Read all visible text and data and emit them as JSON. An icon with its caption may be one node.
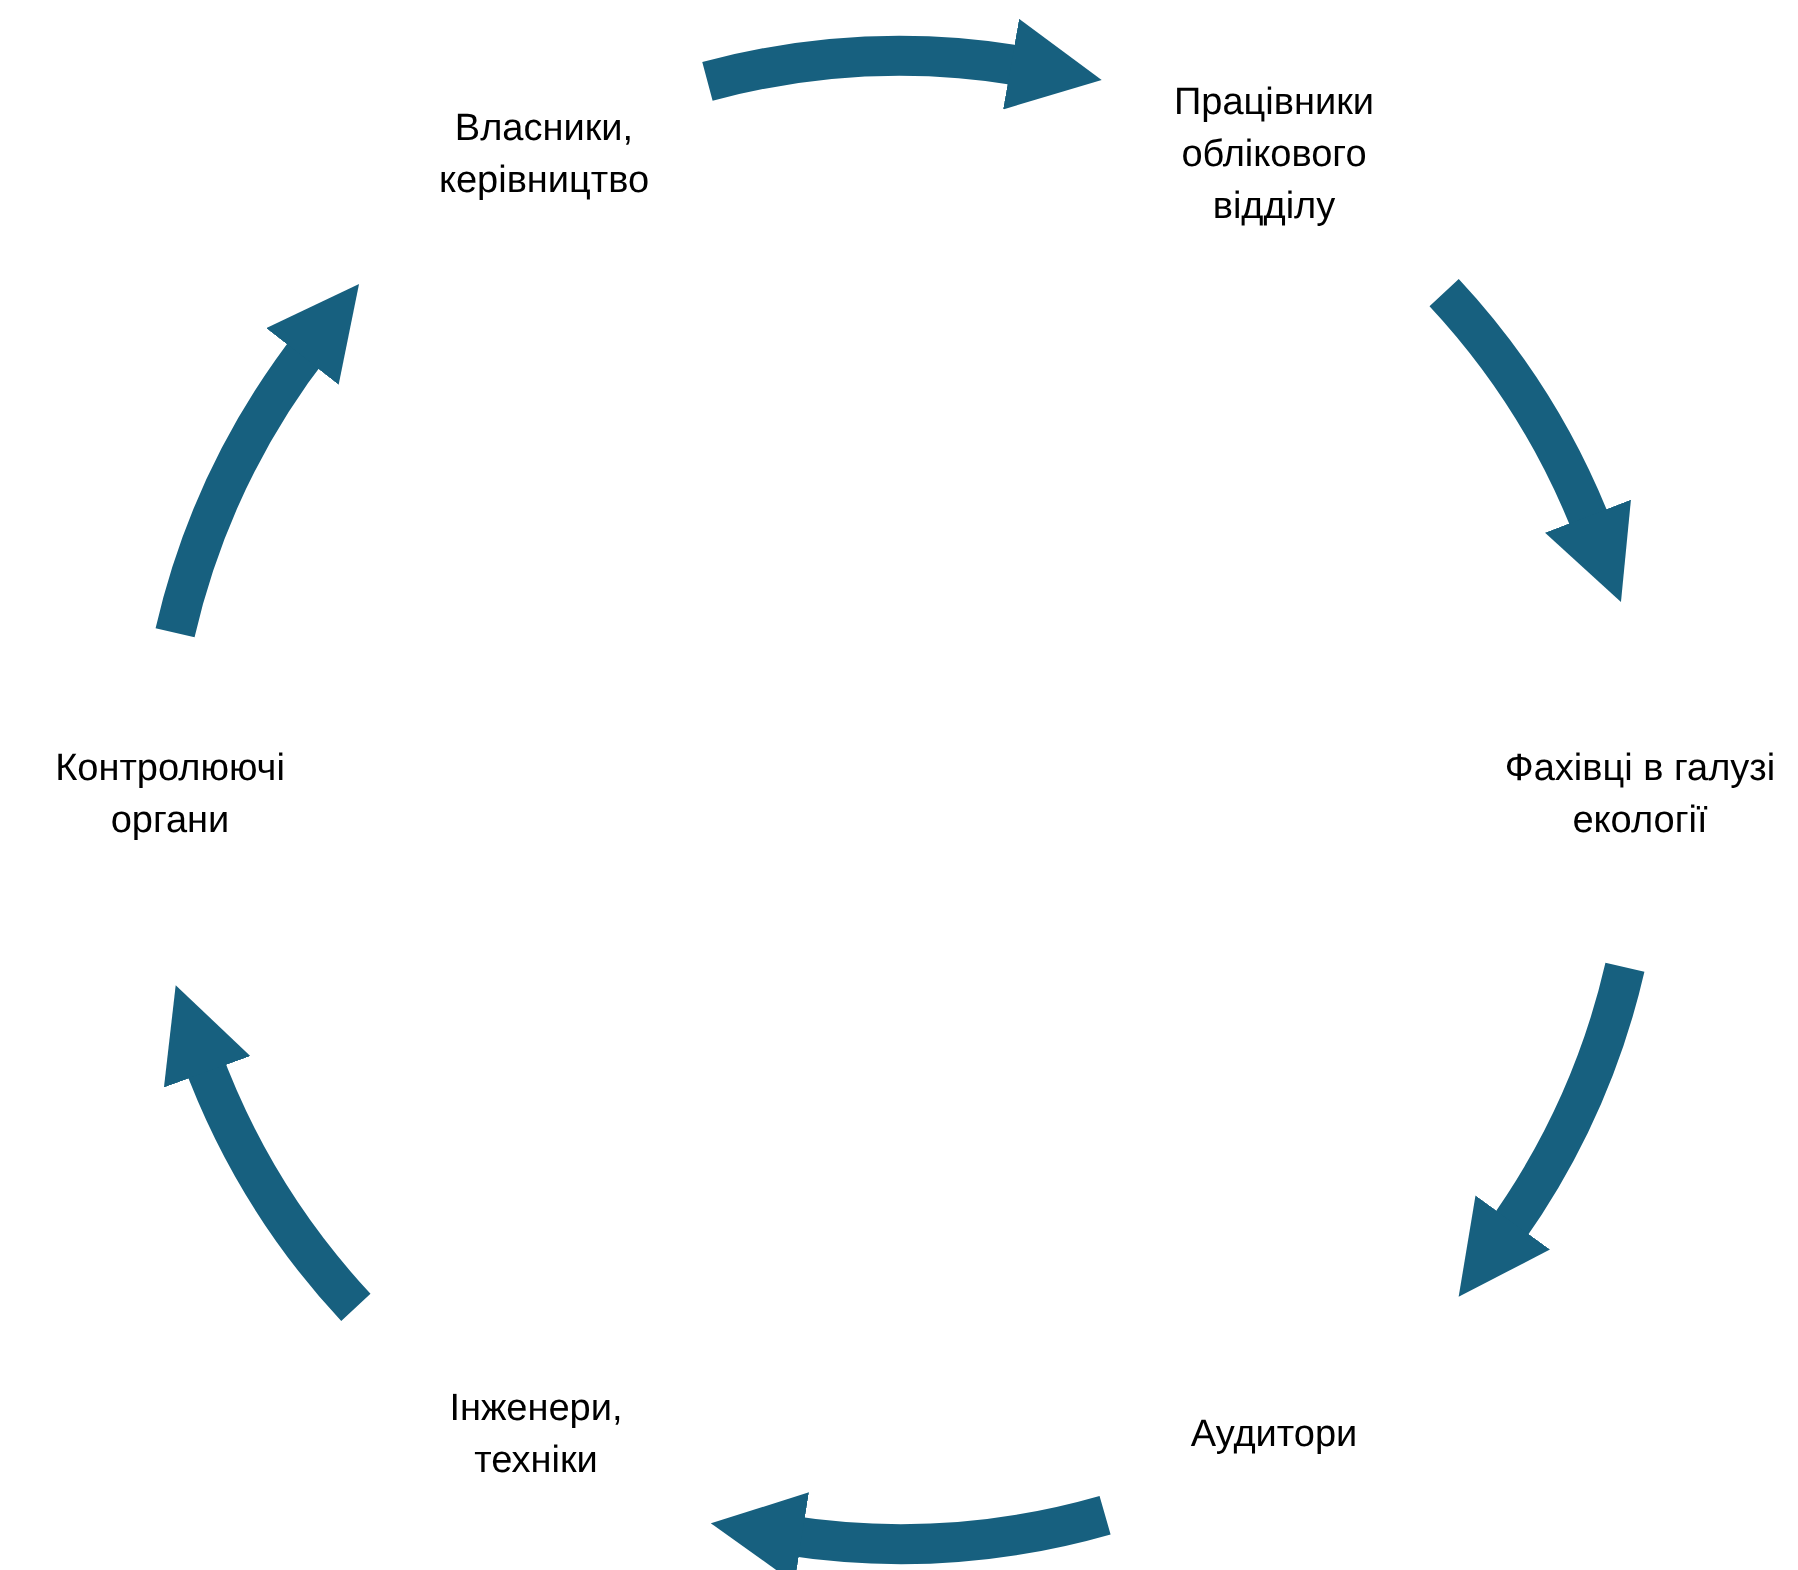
{
  "diagram": {
    "nodes": [
      {
        "text": [
          "Власники, керівництво"
        ]
      },
      {
        "text": [
          "Працівники облікового відділу"
        ]
      },
      {
        "text": [
          "Фахівці в галузі екології"
        ]
      },
      {
        "text": [
          "Аудитори"
        ]
      },
      {
        "text": [
          "Інженери, техніки"
        ]
      },
      {
        "text": [
          "Контролюючі органи"
        ]
      }
    ],
    "edges": [
      {
        "from": 0,
        "to": 1,
        "arrow": "to"
      },
      {
        "from": 1,
        "to": 2,
        "arrow": "to"
      },
      {
        "from": 2,
        "to": 3,
        "arrow": "to"
      },
      {
        "from": 3,
        "to": 4,
        "arrow": "to"
      },
      {
        "from": 4,
        "to": 5,
        "arrow": "to"
      },
      {
        "from": 5,
        "to": 0,
        "arrow": "to"
      }
    ]
  }
}
